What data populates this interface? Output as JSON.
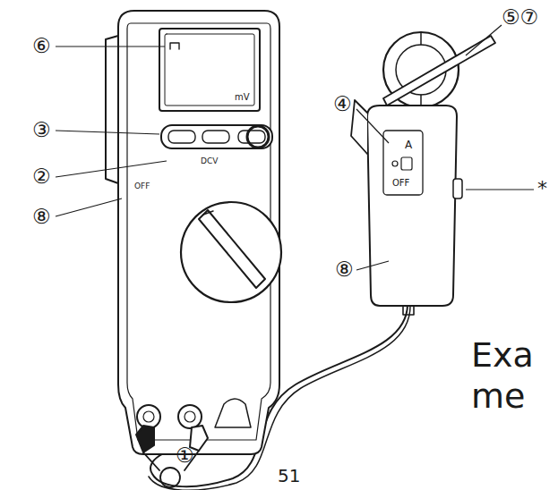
{
  "diagram": {
    "labels": [
      "⑥",
      "③",
      "②",
      "⑧",
      "DCV",
      "OFF",
      "mV",
      "④",
      "A",
      "OFF",
      "⑧",
      "⑤⑦",
      "*",
      "①",
      "Exa",
      "me",
      "51"
    ]
  }
}
